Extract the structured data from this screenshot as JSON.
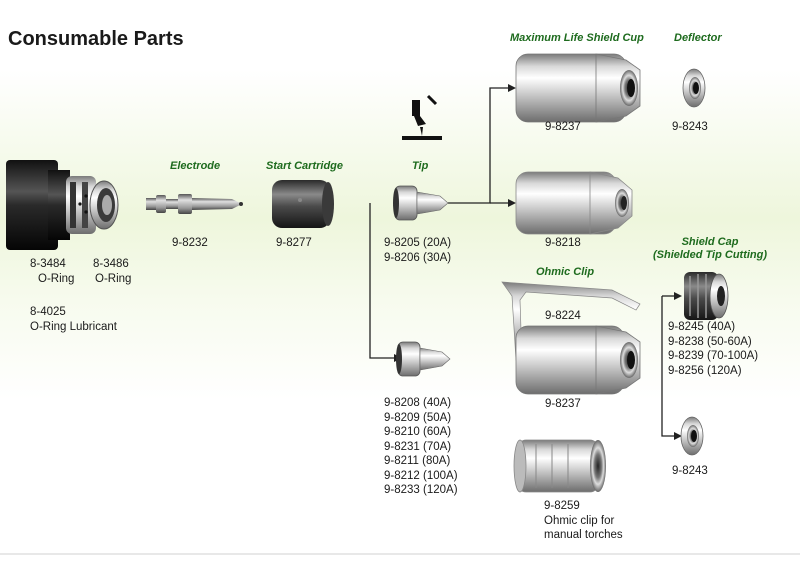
{
  "title": "Consumable Parts",
  "labels": {
    "max_life_shield_cup": "Maximum Life Shield Cup",
    "deflector": "Deflector",
    "electrode": "Electrode",
    "start_cartridge": "Start Cartridge",
    "tip": "Tip",
    "ohmic_clip": "Ohmic Clip",
    "shield_cap_line1": "Shield Cap",
    "shield_cap_line2": "(Shielded Tip Cutting)"
  },
  "parts": {
    "oring_1": {
      "number": "8-3484",
      "desc": "O-Ring"
    },
    "oring_2": {
      "number": "8-3486",
      "desc": "O-Ring"
    },
    "lubricant": {
      "number": "8-4025",
      "desc": "O-Ring Lubricant"
    },
    "electrode": "9-8232",
    "start_cartridge": "9-8277",
    "tip_upper": [
      "9-8205 (20A)",
      "9-8206 (30A)"
    ],
    "tip_lower": [
      "9-8208 (40A)",
      "9-8209 (50A)",
      "9-8210 (60A)",
      "9-8231 (70A)",
      "9-8211 (80A)",
      "9-8212 (100A)",
      "9-8233 (120A)"
    ],
    "max_life_cup_top": "9-8237",
    "deflector_top": "9-8243",
    "shield_cup_middle": "9-8218",
    "ohmic_clip": "9-8224",
    "shield_cup_lower": "9-8237",
    "shield_cap": [
      "9-8245 (40A)",
      "9-8238 (50-60A)",
      "9-8239 (70-100A)",
      "9-8256 (120A)"
    ],
    "deflector_bottom": "9-8243",
    "manual_clip": {
      "number": "9-8259",
      "desc_line1": "Ohmic clip for",
      "desc_line2": "manual torches"
    }
  }
}
